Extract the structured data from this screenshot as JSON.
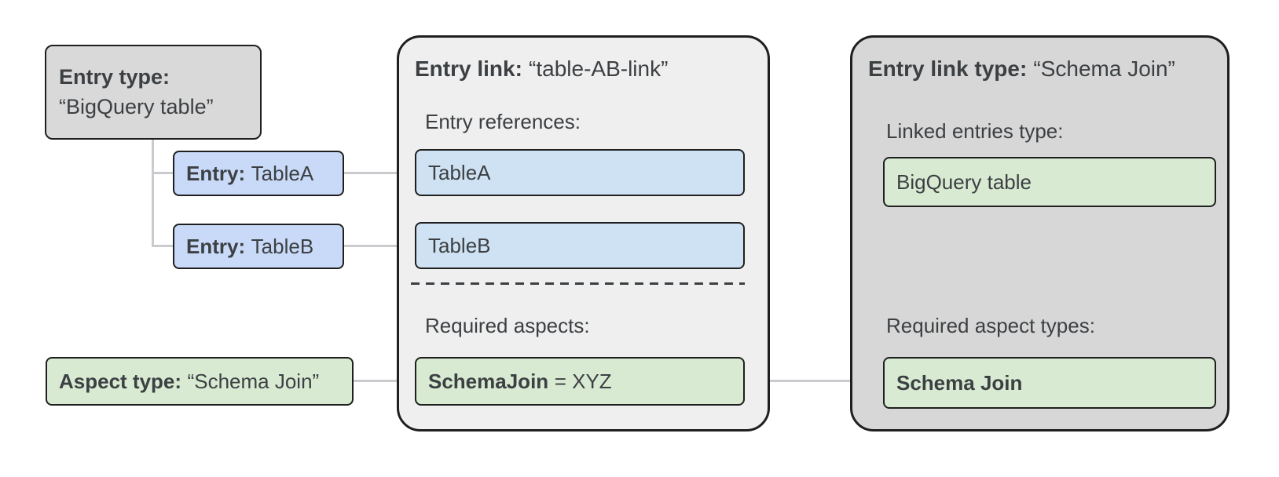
{
  "diagram": {
    "entry_type_box": {
      "label": "Entry type:",
      "value": "“BigQuery table”"
    },
    "entries": [
      {
        "label": "Entry:",
        "value": "TableA"
      },
      {
        "label": "Entry:",
        "value": "TableB"
      }
    ],
    "aspect_type_box": {
      "label": "Aspect type:",
      "value": "“Schema Join”"
    },
    "entry_link_panel": {
      "title_label": "Entry link:",
      "title_value": "“table-AB-link”",
      "references_label": "Entry references:",
      "references": [
        "TableA",
        "TableB"
      ],
      "aspects_label": "Required aspects:",
      "aspect_name": "SchemaJoin",
      "aspect_value": "= XYZ"
    },
    "entry_link_type_panel": {
      "title_label": "Entry link type:",
      "title_value": "“Schema Join”",
      "linked_entries_label": "Linked entries type:",
      "linked_entries_value": "BigQuery table",
      "aspect_types_label": "Required aspect types:",
      "aspect_type_value": "Schema Join"
    },
    "colors": {
      "gray_box": "#d9d9d9",
      "blue_entry": "#c9daf8",
      "blue_reference": "#cfe2f3",
      "green": "#d9ead3",
      "panel_light": "#efefef",
      "panel_gray": "#d7d7d7",
      "connector": "#c9cbce",
      "border": "#1f1f1f",
      "text": "#3c4043"
    }
  }
}
